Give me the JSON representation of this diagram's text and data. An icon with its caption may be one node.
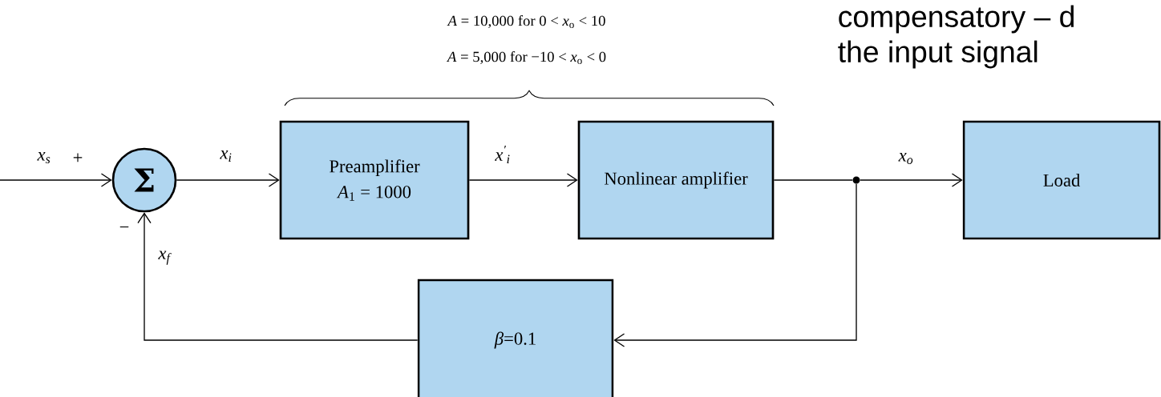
{
  "diagram": {
    "nodes": [
      {
        "text": [
          "Σ"
        ]
      },
      {
        "text": [
          "Preamplifier",
          "*A*$_{1}$ = 1000"
        ]
      },
      {
        "text": [
          "Nonlinear amplifier"
        ]
      },
      {
        "text": [],
        "shape": "circle"
      },
      {
        "text": [
          "Load"
        ]
      },
      {
        "text": [
          "*β*=0.1"
        ]
      }
    ],
    "edges": [
      {
        "from": null,
        "to": 0,
        "arrow": "to",
        "label": "*x*$_{s}$"
      },
      {
        "from": 0,
        "to": 1,
        "arrow": "to",
        "label": "*x*$_{i}$"
      },
      {
        "from": 1,
        "to": 2,
        "arrow": "to",
        "label": "*x*$^{′}$$_{i}$"
      },
      {
        "from": 2,
        "to": 3,
        "arrow": "none"
      },
      {
        "from": 3,
        "to": 4,
        "arrow": "to",
        "label": "*x*$_{o}$"
      },
      {
        "from": 3,
        "to": 5,
        "arrow": "to"
      },
      {
        "from": 5,
        "to": 0,
        "arrow": "to",
        "label": "*x*$_{f}$"
      }
    ],
    "labels": [
      "*A* = 10,000 for 0 < *x*$_{o}$ < 10",
      "*A* = 5,000 for −10 < *x*$_{o}$ < 0",
      "+",
      "−",
      "compensatory – d",
      "the input signal"
    ]
  }
}
